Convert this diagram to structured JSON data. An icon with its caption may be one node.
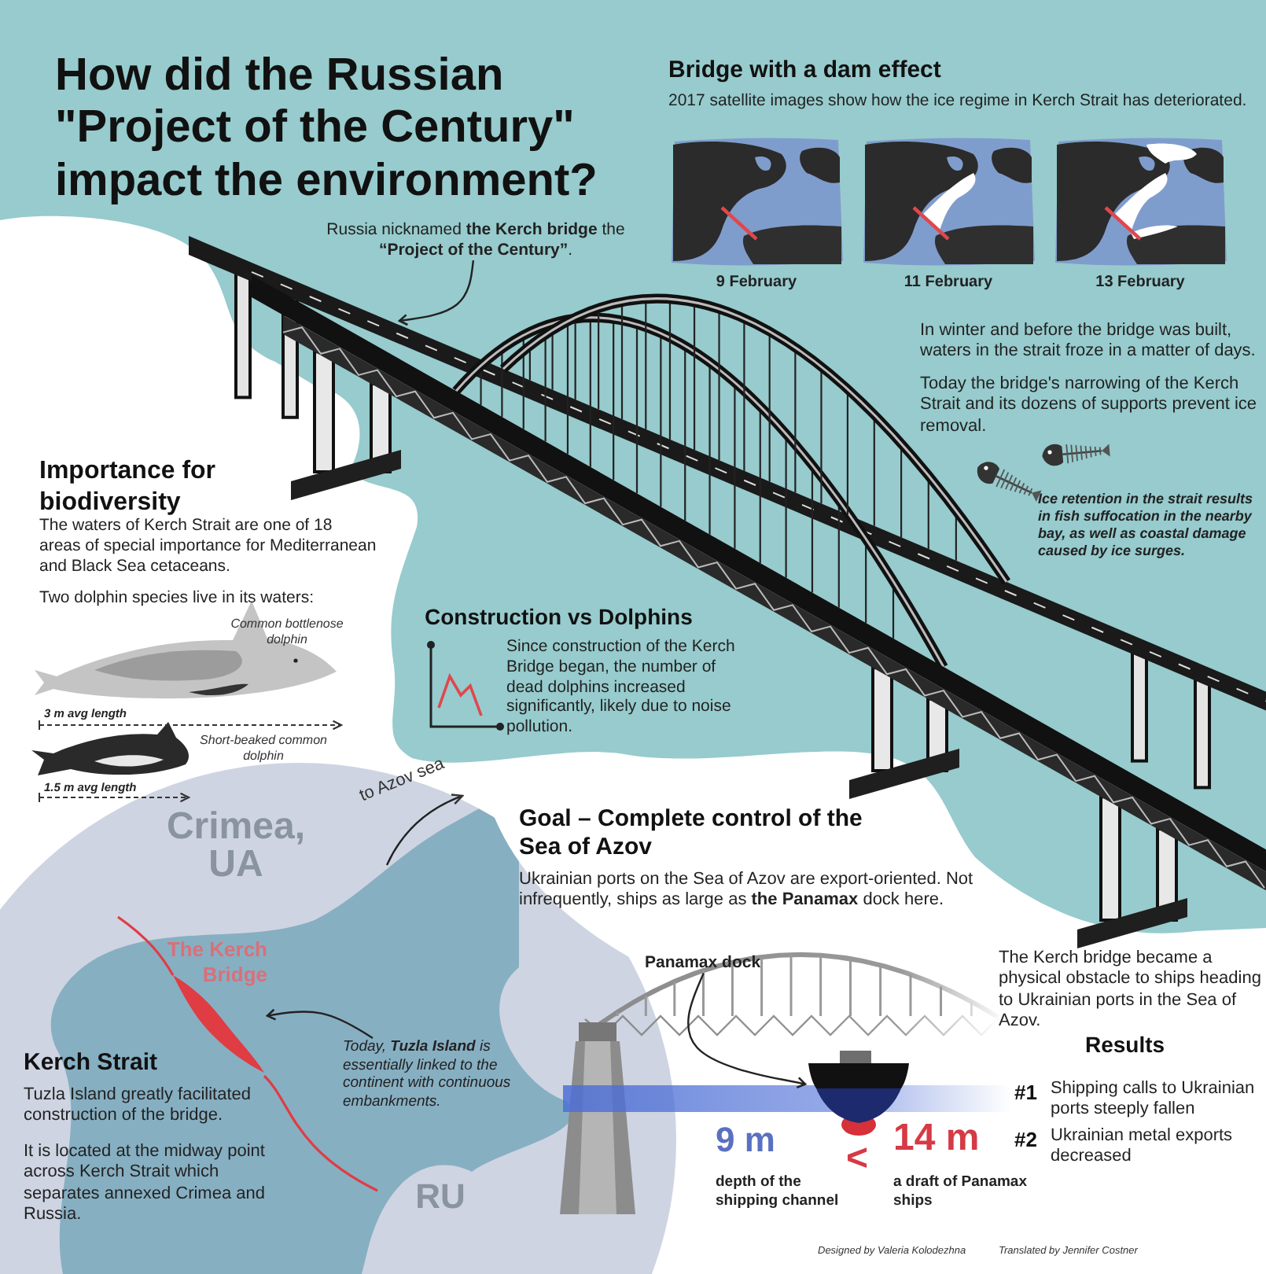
{
  "diagram": {
    "title": "How did the Russian **\"Project of the Century\"** impact the environment?",
    "nodes": [
      {
        "text": [],
        "shape": "picture",
        "beside": [
          "9 February"
        ]
      },
      {
        "text": [],
        "shape": "picture",
        "beside": [
          "11 February"
        ]
      },
      {
        "text": [],
        "shape": "picture",
        "beside": [
          "13 February"
        ]
      },
      {
        "text": [
          "Russia nicknamed **the Kerch bridge** the **“Project of the Century”**."
        ]
      },
      {
        "text": [],
        "shape": "picture"
      },
      {
        "text": [
          "Today, **Tuzla Island** is essentially linked to the continent with continuous embankments."
        ]
      },
      {
        "text": [],
        "shape": "picture"
      },
      {
        "text": [
          "Panamax dock"
        ]
      },
      {
        "text": [],
        "shape": "picture"
      }
    ],
    "edges": [
      {
        "from": 3,
        "to": 4,
        "arrow": "to"
      },
      {
        "from": 5,
        "to": 6,
        "arrow": "to"
      },
      {
        "from": 7,
        "to": 8,
        "arrow": "to"
      }
    ],
    "labels": [
      "Bridge with **a dam effect**",
      "2017 satellite images show how the ice regime in Kerch Strait has deteriorated.",
      "In winter and before the bridge was built, waters in the strait froze in a matter of days.",
      "Today the bridge's narrowing of the Kerch Strait and its dozens of supports prevent ice removal.",
      "Ice retention in the strait results in fish suffocation in the nearby bay, as well as coastal damage caused by ice surges.",
      "Importance for biodiversity",
      "The waters of Kerch Strait are one of 18 areas of special importance for Mediterranean and Black Sea cetaceans.",
      "Two dolphin species live in its waters:",
      "Construction **vs** Dolphins",
      "Since construction of the Kerch Bridge began, the number of dead dolphins increased significantly, likely due to noise pollution.",
      "Common bottlenose dolphin",
      "3 m avg length",
      "Short-beaked common dolphin",
      "1.5 m avg length",
      "to Azov sea",
      "Crimea, UA",
      "Goal – **Complete control** of the Sea of Azov",
      "Ukrainian ports on the Sea of Azov are export-oriented. Not infrequently, ships as large as **the Panamax** dock here.",
      "The Kerch Bridge",
      "The Kerch bridge became a physical obstacle to ships heading to Ukrainian ports in the Sea of Azov.",
      "Kerch Strait",
      "Tuzla Island greatly facilitated construction of the bridge.",
      "It is located at the midway point across Kerch Strait which separates annexed Crimea and Russia.",
      "Results",
      "#1",
      "Shipping calls to Ukrainian ports steeply fallen",
      "#2",
      "Ukrainian metal exports decreased",
      "9 m",
      "<",
      "14 m",
      "depth of the shipping channel",
      "a draft of Panamax ships",
      "RU",
      "Designed by Valeria Kolodezhna",
      "Translated by Jennifer Costner"
    ]
  }
}
